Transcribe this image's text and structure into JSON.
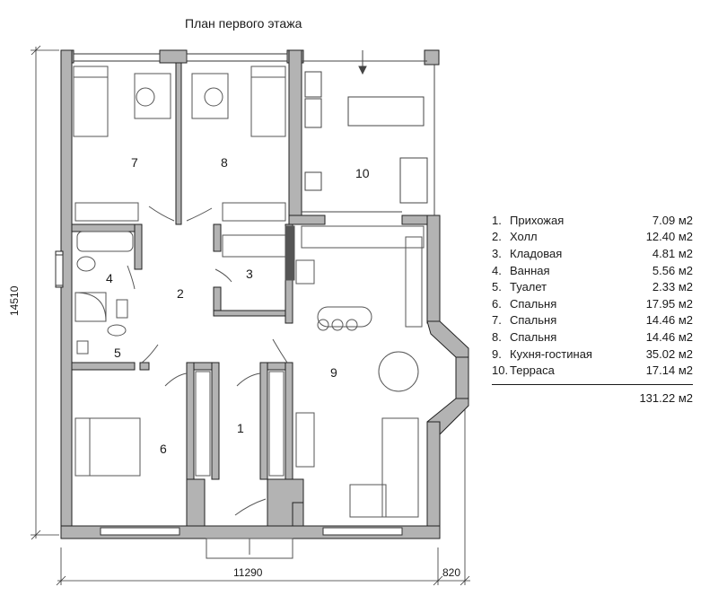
{
  "title": "План первого этажа",
  "dimensions": {
    "height": "14510",
    "width": "11290",
    "terrace_width": "820"
  },
  "room_labels": [
    "1",
    "2",
    "3",
    "4",
    "5",
    "6",
    "7",
    "8",
    "9",
    "10"
  ],
  "legend": {
    "rows": [
      {
        "idx": "1.",
        "name": "Прихожая",
        "area": "7.09 м2"
      },
      {
        "idx": "2.",
        "name": "Холл",
        "area": "12.40 м2"
      },
      {
        "idx": "3.",
        "name": "Кладовая",
        "area": "4.81 м2"
      },
      {
        "idx": "4.",
        "name": "Ванная",
        "area": "5.56 м2"
      },
      {
        "idx": "5.",
        "name": "Туалет",
        "area": "2.33 м2"
      },
      {
        "idx": "6.",
        "name": "Спальня",
        "area": "17.95 м2"
      },
      {
        "idx": "7.",
        "name": "Спальня",
        "area": "14.46 м2"
      },
      {
        "idx": "8.",
        "name": "Спальня",
        "area": "14.46 м2"
      },
      {
        "idx": "9.",
        "name": "Кухня-гостиная",
        "area": "35.02 м2"
      },
      {
        "idx": "10.",
        "name": "Терраса",
        "area": "17.14 м2"
      }
    ],
    "total": "131.22 м2"
  },
  "colors": {
    "wall": "#b3b3b3",
    "wall_stroke": "#222222",
    "furniture": "#555555"
  }
}
